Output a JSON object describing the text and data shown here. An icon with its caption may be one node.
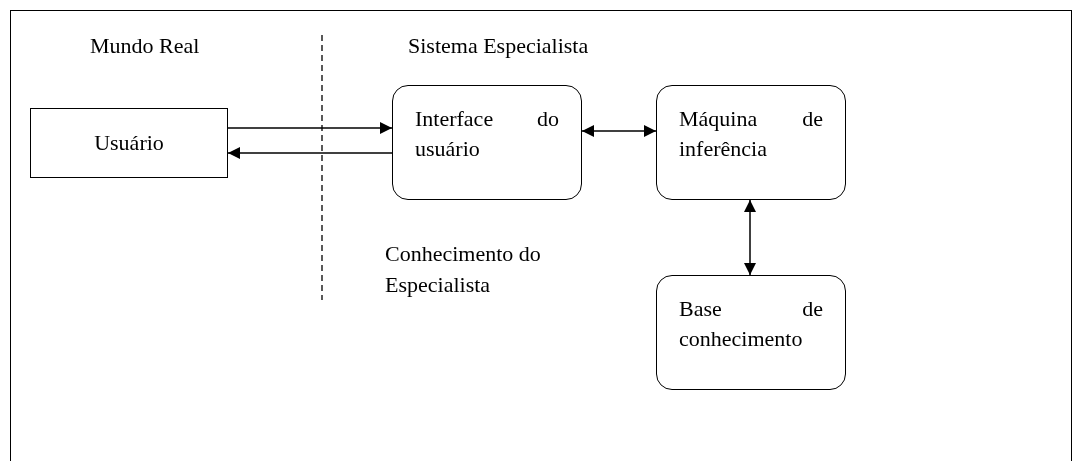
{
  "diagram": {
    "nodes": [
      {
        "text": [
          "Usuário"
        ]
      },
      {
        "text": [
          "Interface do usuário"
        ]
      },
      {
        "text": [
          "Máquina de inferência"
        ]
      },
      {
        "text": [
          "Base de conhecimento"
        ]
      }
    ],
    "edges": [
      {
        "from": 0,
        "to": 1,
        "arrow": "to"
      },
      {
        "from": 1,
        "to": 0,
        "arrow": "to"
      },
      {
        "from": 1,
        "to": 2,
        "arrow": "both"
      },
      {
        "from": 2,
        "to": 3,
        "arrow": "both"
      }
    ],
    "labels": [
      "Mundo Real",
      "Sistema Especialista",
      "Conhecimento do Especialista"
    ]
  }
}
